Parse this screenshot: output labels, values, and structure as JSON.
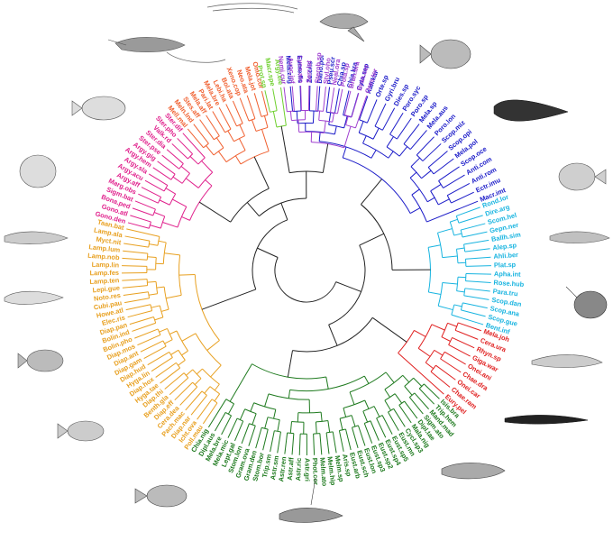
{
  "figure": {
    "clades": [
      {
        "name": "blue",
        "color": "#1a1ac8",
        "labels": [
          "Mela.zug",
          "Eume.fis",
          "Zu.cris",
          "Dano.pol",
          "Pseu.scr",
          "Chia.sp",
          "Chia.kra",
          "Cyta.sep",
          "Kali.kar",
          "Orte.sp",
          "Gyri.bru",
          "Dies.sp",
          "Poro.syc",
          "Poro.sp",
          "Mela.sp",
          "Mela.aus",
          "Poro.lon",
          "Scop.miz",
          "Scop.opi",
          "Mela.pol",
          "Scop.oce",
          "Anti.com",
          "Anti.rom",
          "Ectr.imu",
          "Macr.imt"
        ]
      },
      {
        "name": "cyan",
        "color": "#18b4e0",
        "labels": [
          "Rond.lor",
          "Dire.arg",
          "Scom.hel",
          "Gepn.ner",
          "Ballh.sim",
          "Alep.sp",
          "Ahli.ber",
          "Plat.sp",
          "Apha.int",
          "Rose.hub",
          "Para.tru",
          "Scop.dan",
          "Scop.ana",
          "Scop.gue",
          "Bent.inf"
        ]
      },
      {
        "name": "red",
        "color": "#e02020",
        "labels": [
          "Mela.joh",
          "Cera.ura",
          "Rhyn.sp",
          "Giga.war",
          "Onei.ani",
          "Chae.dra",
          "Onei.car",
          "Chae.ram",
          "Eury.pel"
        ]
      },
      {
        "name": "green",
        "color": "#1e7a1e",
        "labels": [
          "Isis.bra",
          "Trip.hem",
          "Mand.mad",
          "Sigm.ato",
          "Dipl.tae",
          "Mala.nig",
          "Cycl.sp3",
          "Eust.mn",
          "Eust.sp5",
          "Eust.sp4",
          "Eust.sp2",
          "Eust.sp3",
          "Eust.lon",
          "Eust.sch",
          "Eust.arb",
          "Aris.sp",
          "Melm.sp",
          "Melm.hip",
          "Melm.ato",
          "Phot.cor",
          "Astr.gri",
          "Astr.ric",
          "Astr.aff",
          "Astr.ren",
          "Astr.sm",
          "Trip.sm",
          "Stom.bor",
          "Gram.den",
          "Gram.ova",
          "Stom.lon",
          "Lept.gal",
          "Mela.mic",
          "Mela.bre",
          "Dipl.aus",
          "Chia.nig"
        ]
      },
      {
        "name": "orange",
        "color": "#e8a020",
        "labels": [
          "Poll.mau",
          "Icht.ova",
          "Diap.nar",
          "Pach.mac",
          "Cera.dea",
          "Diap.eff",
          "Benth.gla",
          "Diap.thi",
          "Hyga.tae",
          "Diap.hox",
          "Hyga.lin",
          "Diap.hud",
          "Diap.gam",
          "Diap.ant",
          "Diap.mos",
          "Bolin.pho",
          "Bolin.ind",
          "Diap.pan",
          "Elec.ris",
          "Howe.atl",
          "Cubi.pau",
          "Noto.res",
          "Lepi.gue",
          "Lamp.ten",
          "Lamp.fes",
          "Lamp.lin",
          "Lamp.nob",
          "Lamp.lum",
          "Myct.nit",
          "Lamp.ala",
          "Taan.bat"
        ]
      },
      {
        "name": "magenta",
        "color": "#e0208c",
        "labels": [
          "Gono.den",
          "Gono.atl",
          "Bona.ped",
          "Sigm.bat",
          "Marg.obs",
          "Argy.aff",
          "Argy.acu",
          "Argy.sla",
          "Argy.hem",
          "Argy.gig",
          "Ster.pse",
          "Ster.dia",
          "Valk.rd",
          "Ster.pho",
          "Ster.dif"
        ]
      },
      {
        "name": "coral",
        "color": "#f06030",
        "labels": [
          "Mell.mal",
          "Meln.lnd",
          "Stes.aff",
          "Mela.aff",
          "Pari.lat",
          "Mela.bre",
          "Lebi.ha",
          "Bol.ata",
          "Xeno.cop",
          "Neo.ata",
          "Mela.jot",
          "Omo.cor"
        ]
      },
      {
        "name": "lightgreen",
        "color": "#70d030",
        "labels": [
          "Prot.sp",
          "Macr.spe",
          "Argy.ele"
        ]
      },
      {
        "name": "purple",
        "color": "#a040d0",
        "labels": [
          "Nemi.cur",
          "Avoc.inf",
          "Lyco.ato",
          "Serr.lat",
          "Sternb.sp",
          "Styl.oho",
          "Neal.ora",
          "Pola.sp",
          "Bran.bra",
          "Bran.cer",
          "Ores.ter"
        ]
      }
    ]
  }
}
